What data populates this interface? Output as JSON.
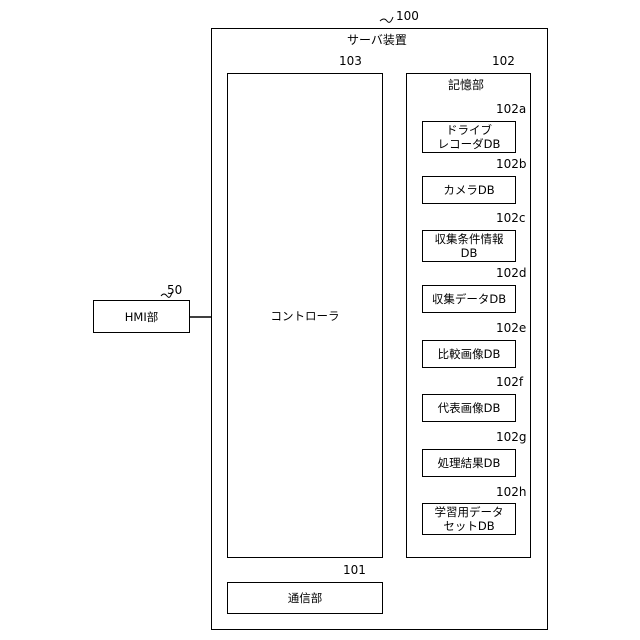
{
  "server": {
    "ref": "100",
    "label": "サーバ装置"
  },
  "hmi": {
    "ref": "50",
    "label": "HMI部"
  },
  "controller": {
    "ref": "103",
    "label": "コントローラ"
  },
  "comm": {
    "ref": "101",
    "label": "通信部"
  },
  "storage": {
    "ref": "102",
    "label": "記憶部",
    "dbs": [
      {
        "ref": "102a",
        "line1": "ドライブ",
        "line2": "レコーダDB"
      },
      {
        "ref": "102b",
        "line1": "カメラDB",
        "line2": ""
      },
      {
        "ref": "102c",
        "line1": "収集条件情報",
        "line2": "DB"
      },
      {
        "ref": "102d",
        "line1": "収集データDB",
        "line2": ""
      },
      {
        "ref": "102e",
        "line1": "比較画像DB",
        "line2": ""
      },
      {
        "ref": "102f",
        "line1": "代表画像DB",
        "line2": ""
      },
      {
        "ref": "102g",
        "line1": "処理結果DB",
        "line2": ""
      },
      {
        "ref": "102h",
        "line1": "学習用データ",
        "line2": "セットDB"
      }
    ]
  }
}
